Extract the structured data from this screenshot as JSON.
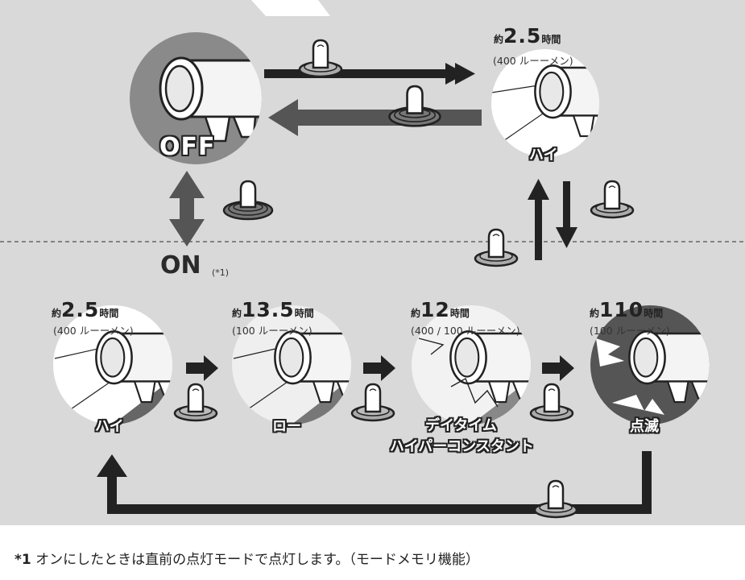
{
  "colors": {
    "panel": "#d9d9da",
    "arrow_dark": "#222222",
    "arrow_gray": "#555555",
    "dashed_divider": "#666666"
  },
  "off_state": {
    "label": "OFF"
  },
  "on_state": {
    "label": "ON",
    "footnote_marker": "(*1)"
  },
  "top_high": {
    "prefix": "約",
    "value": "2.5",
    "unit": "時間",
    "lumens": "(400 ルーーメン)",
    "label": "ハイ"
  },
  "modes": [
    {
      "prefix": "約",
      "value": "2.5",
      "unit": "時間",
      "lumens": "(400 ルーーメン)",
      "label": "ハイ"
    },
    {
      "prefix": "約",
      "value": "13.5",
      "unit": "時間",
      "lumens": "(100 ルーーメン)",
      "label": "ロー"
    },
    {
      "prefix": "約",
      "value": "12",
      "unit": "時間",
      "lumens": "(400 / 100 ルーーメン)",
      "label_line1": "デイタイム",
      "label_line2": "ハイパーコンスタント"
    },
    {
      "prefix": "約",
      "value": "110",
      "unit": "時間",
      "lumens": "(100 ルーーメン)",
      "label": "点滅"
    }
  ],
  "footnote": {
    "marker": "*1",
    "text": " オンにしたときは直前の点灯モードで点灯します。（モードメモリ機能）"
  },
  "icons": [
    "finger-press-icon",
    "long-press-icon",
    "flashlight-head-icon"
  ]
}
